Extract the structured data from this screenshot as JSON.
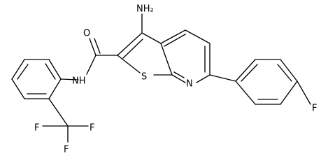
{
  "atoms": {
    "amino": "NH₂",
    "carbonyl_oxygen": "O",
    "amide_nh": "NH",
    "thiophene_sulfur": "S",
    "pyridine_nitrogen": "N",
    "fluorine_para": "F",
    "trifluoromethyl_f1": "F",
    "trifluoromethyl_f2": "F",
    "trifluoromethyl_f3": "F"
  }
}
